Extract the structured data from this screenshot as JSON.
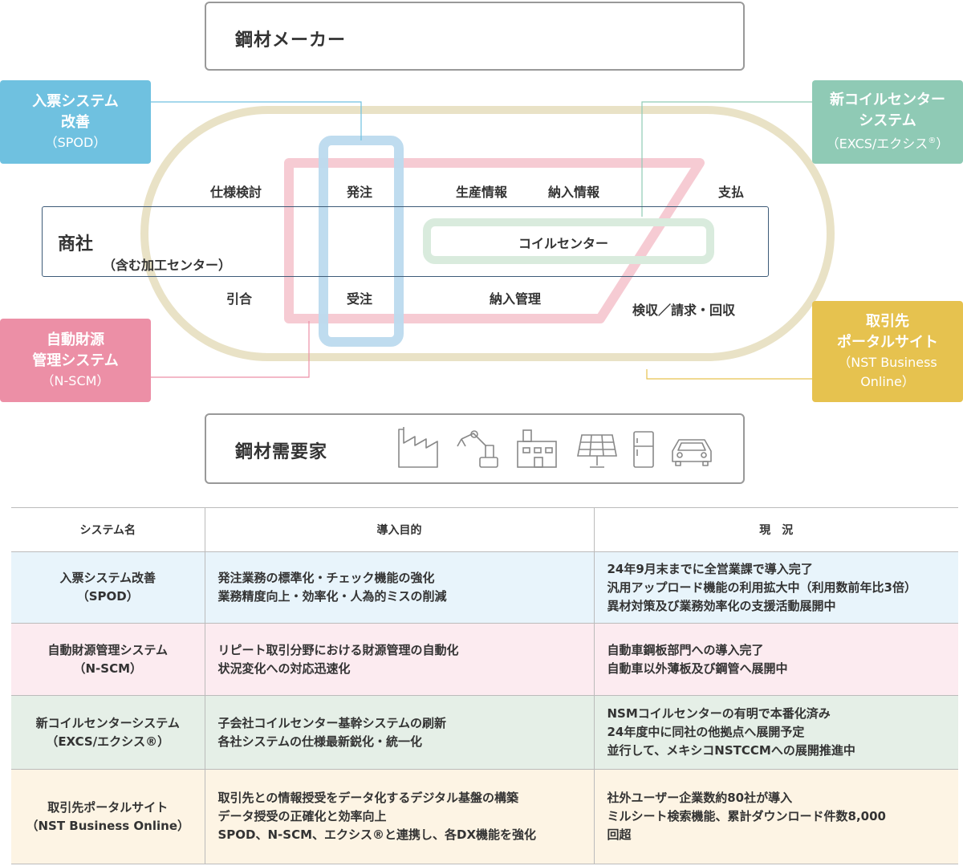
{
  "diagram": {
    "top_title": "鋼材メーカー",
    "bottom_title": "鋼材需要家",
    "shosha_title": "商社",
    "shosha_sub": "（含む加工センター）",
    "coil_center": "コイルセンター",
    "flow_labels": {
      "spec": "仕様検討",
      "order": "発注",
      "production_info": "生産情報",
      "delivery_info": "納入情報",
      "payment": "支払",
      "inquiry": "引合",
      "receive_order": "受注",
      "delivery_mgmt": "納入管理",
      "inspect_bill": "検収／請求・回収"
    },
    "systems": {
      "spod": {
        "line1": "入票システム",
        "line2": "改善",
        "line3": "（SPOD）",
        "color": "#6fc1e0"
      },
      "excs": {
        "line1": "新コイルセンター",
        "line2": "システム",
        "line3": "（EXCS/エクシス",
        "reg": "®",
        "line3_end": "）",
        "color": "#8fcab5"
      },
      "nscm": {
        "line1": "自動財源",
        "line2": "管理システム",
        "line3": "（N-SCM）",
        "color": "#ec8fa6"
      },
      "nst": {
        "line1": "取引先",
        "line2": "ポータルサイト",
        "line3": "（NST Business",
        "line4": "Online）",
        "color": "#e6c24f"
      }
    },
    "icons": {
      "maker": [
        "steel-beam-icon",
        "steel-coil-icon",
        "steel-pipes-icon"
      ],
      "demand": [
        "factory-icon",
        "robot-arm-icon",
        "building-icon",
        "solar-panel-icon",
        "refrigerator-icon",
        "car-icon"
      ]
    }
  },
  "table": {
    "headers": [
      "システム名",
      "導入目的",
      "現　況"
    ],
    "rows": [
      {
        "bg": "#e8f4fb",
        "name": [
          "入票システム改善",
          "（SPOD）"
        ],
        "purpose": [
          "発注業務の標準化・チェック機能の強化",
          "業務精度向上・効率化・人為的ミスの削減"
        ],
        "status": [
          "24年9月末までに全営業課で導入完了",
          "汎用アップロード機能の利用拡大中（利用数前年比3倍）",
          "異材対策及び業務効率化の支援活動展開中"
        ]
      },
      {
        "bg": "#fcebf0",
        "name": [
          "自動財源管理システム",
          "（N-SCM）"
        ],
        "purpose": [
          "リピート取引分野における財源管理の自動化",
          "状況変化への対応迅速化"
        ],
        "status": [
          "自動車鋼板部門への導入完了",
          "自動車以外薄板及び鋼管へ展開中"
        ]
      },
      {
        "bg": "#e5efe7",
        "name": [
          "新コイルセンターシステム",
          "（EXCS/エクシス®）"
        ],
        "purpose": [
          "子会社コイルセンター基幹システムの刷新",
          "各社システムの仕様最新鋭化・統一化"
        ],
        "status": [
          "NSMコイルセンターの有明で本番化済み",
          "24年度中に同社の他拠点へ展開予定",
          "並行して、メキシコNSTCCMへの展開推進中"
        ]
      },
      {
        "bg": "#fdf4e4",
        "name": [
          "取引先ポータルサイト",
          "（NST Business Online）"
        ],
        "purpose": [
          "取引先との情報授受をデータ化するデジタル基盤の構築",
          "データ授受の正確化と効率向上",
          "SPOD、N-SCM、エクシス®と連携し、各DX機能を強化"
        ],
        "status": [
          "社外ユーザー企業数約80社が導入",
          "ミルシート検索機能、累計ダウンロード件数8,000",
          "回超"
        ]
      }
    ]
  }
}
